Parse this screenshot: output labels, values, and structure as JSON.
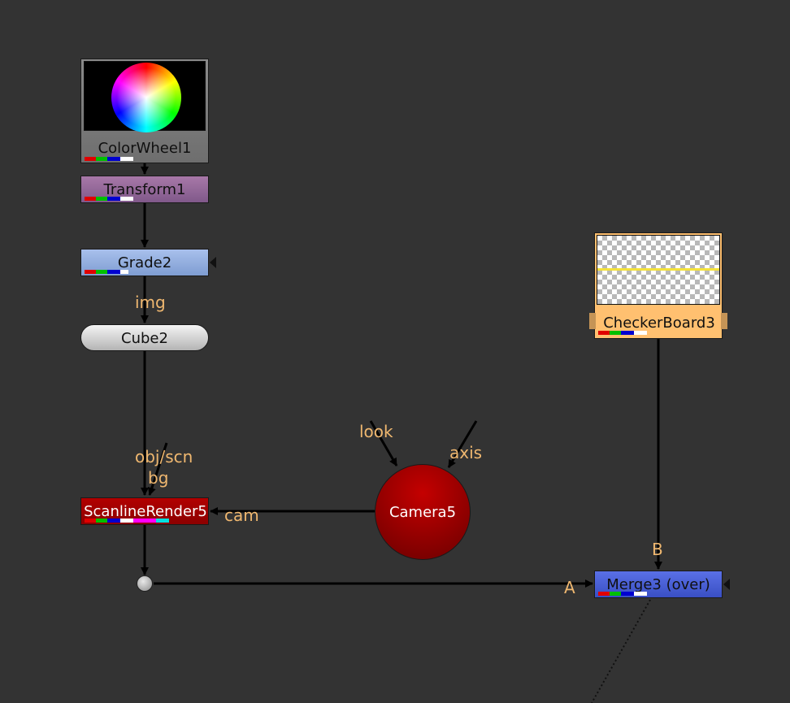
{
  "nodes": {
    "colorwheel": {
      "label": "ColorWheel1"
    },
    "transform": {
      "label": "Transform1"
    },
    "grade": {
      "label": "Grade2"
    },
    "cube": {
      "label": "Cube2"
    },
    "scanline": {
      "label": "ScanlineRender5"
    },
    "camera": {
      "label": "Camera5"
    },
    "checkerboard": {
      "label": "CheckerBoard3"
    },
    "merge": {
      "label": "Merge3 (over)"
    }
  },
  "ports": {
    "img": "img",
    "obj_scn": "obj/scn",
    "bg": "bg",
    "cam": "cam",
    "look": "look",
    "axis": "axis",
    "a": "A",
    "b": "B"
  },
  "colors": {
    "background": "#333333",
    "port_label": "#f0b870",
    "wire": "#000000"
  }
}
